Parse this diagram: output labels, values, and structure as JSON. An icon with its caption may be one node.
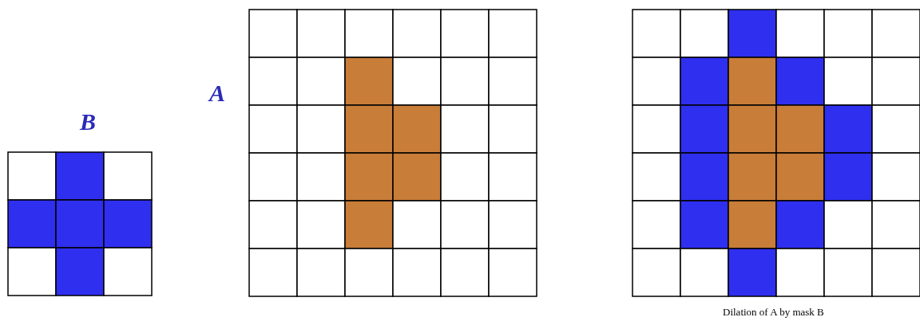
{
  "diagram": {
    "caption": "Dilation of A by mask B",
    "labels": [
      "B",
      "A"
    ]
  }
}
